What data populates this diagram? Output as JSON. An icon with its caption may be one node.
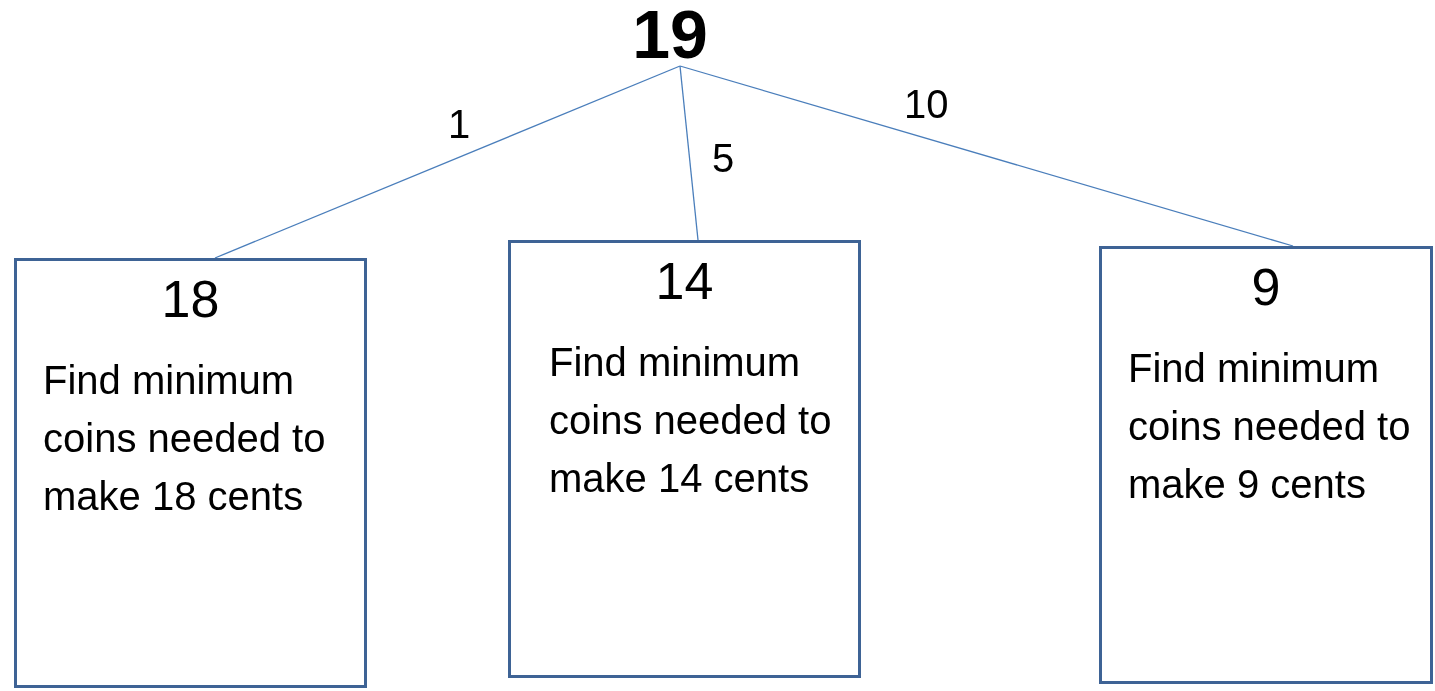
{
  "diagram": {
    "nodes": [
      {
        "text": [
          "19"
        ]
      },
      {
        "text": [
          "18",
          "Find minimum coins needed to make 18 cents"
        ]
      },
      {
        "text": [
          "14",
          "Find minimum coins needed to make 14 cents"
        ]
      },
      {
        "text": [
          "9",
          "Find minimum coins needed to make 9 cents"
        ]
      }
    ],
    "edges": [
      {
        "from": 0,
        "to": 1,
        "arrow": "none",
        "label": "1"
      },
      {
        "from": 0,
        "to": 2,
        "arrow": "none",
        "label": "5"
      },
      {
        "from": 0,
        "to": 3,
        "arrow": "none",
        "label": "10"
      }
    ]
  }
}
